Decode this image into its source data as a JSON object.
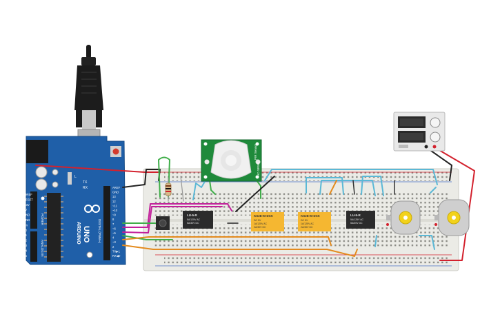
{
  "arduino": {
    "brand": "ARDUINO",
    "model": "UNO",
    "header_top": "DIGITAL (PWM~)",
    "power_label": "POWER",
    "analog_label": "ANALOG IN",
    "pins_left": [
      "IOREF",
      "RESET",
      "3.3V",
      "5V",
      "GND",
      "GND",
      "Vin",
      "A0",
      "A1",
      "A2",
      "A3",
      "A4",
      "A5"
    ],
    "pins_top": [
      "AREF",
      "GND",
      "13",
      "12",
      "~11",
      "~10",
      "~9",
      "8",
      "7",
      "~6",
      "~5",
      "4",
      "~3",
      "2",
      "TX▶1",
      "RX◀0"
    ],
    "tx_label": "TX",
    "rx_label": "RX",
    "l_label": "L"
  },
  "pir": {
    "text1": "PIR Sensor",
    "text2": "HC-SR501"
  },
  "relays": [
    {
      "model": "LU-5-R",
      "line1": "5A/125V AC",
      "line2": "5A/30V DC",
      "color": "#2b2b2b",
      "text": "#e6e6e6"
    },
    {
      "model": "KS2E-M-DC5",
      "line1": "DC 5V",
      "line2": "1A/125V AC",
      "line3": "2A/30V DC",
      "color": "#f5b731",
      "text": "#333333"
    },
    {
      "model": "KS2E-M-DC5",
      "line1": "DC 5V",
      "line2": "1A/125V AC",
      "line3": "2A/30V DC",
      "color": "#f5b731",
      "text": "#333333"
    },
    {
      "model": "LU-5-R",
      "line1": "5A/125V AC",
      "line2": "5A/30V DC",
      "color": "#2b2b2b",
      "text": "#e6e6e6"
    }
  ],
  "power_supply": {
    "display1": "",
    "display2": ""
  },
  "colors": {
    "board": "#1f5fa8",
    "breadboard": "#ebebe6",
    "wire_red": "#d3212d",
    "wire_black": "#222222",
    "wire_cyan": "#5bb8d6",
    "wire_green": "#3fae49",
    "wire_magenta": "#c21f9a",
    "wire_orange": "#e48b1e",
    "motor_body": "#cfcfcf",
    "motor_shaft": "#f2d21b"
  }
}
